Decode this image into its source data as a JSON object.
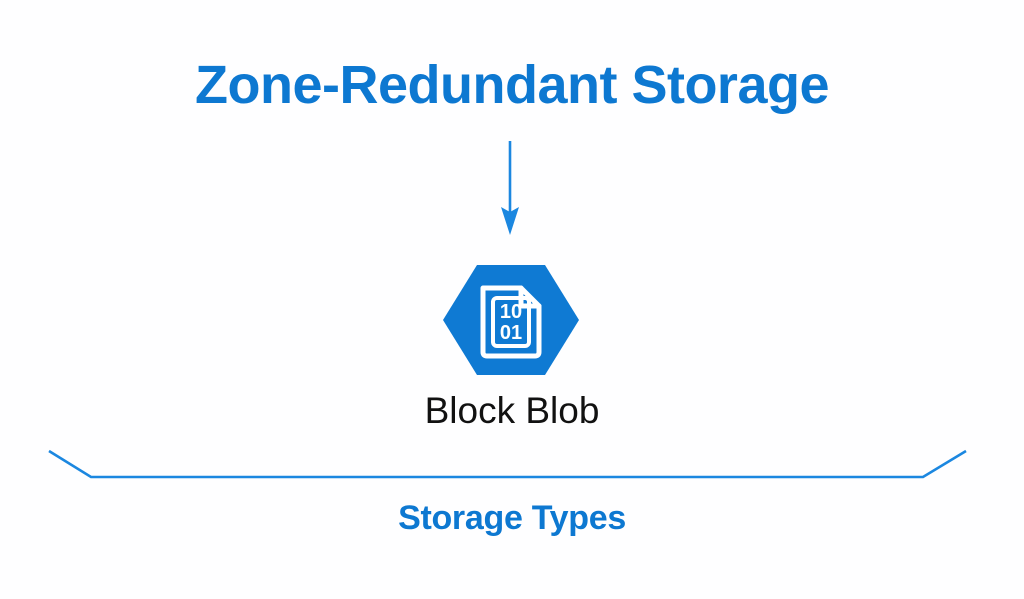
{
  "diagram": {
    "title": "Zone-Redundant Storage",
    "colors": {
      "accent_blue": "#0d78d1",
      "icon_blue": "#0f7ad3",
      "label_black": "#111111",
      "background": "#fefeff"
    },
    "arrow": {
      "name": "downward-arrow",
      "direction": "down",
      "from": "Zone-Redundant Storage",
      "to": "Block Blob"
    },
    "nodes": [
      {
        "label": "Block Blob",
        "icon_name": "block-blob-hexagon-icon",
        "icon_shape": "hexagon",
        "icon_glyph_lines": [
          "10",
          "01"
        ]
      }
    ],
    "group": {
      "bracket_name": "storage-types-bracket",
      "caption": "Storage Types"
    }
  }
}
